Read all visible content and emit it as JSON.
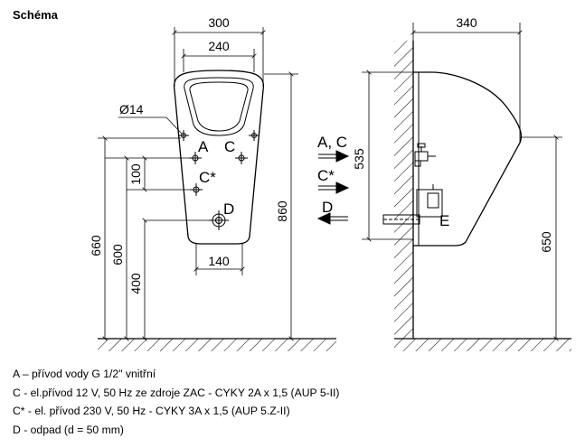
{
  "title": "Schéma",
  "front_view": {
    "dim_top_width": "300",
    "dim_inner_width": "240",
    "dim_hole": "Ø14",
    "dim_bottom_width": "140",
    "dim_total_height": "860",
    "dim_height_660": "660",
    "dim_height_600": "600",
    "dim_height_400": "400",
    "dim_spacing_100": "100",
    "label_a": "A",
    "label_c": "C",
    "label_c_star": "C*",
    "label_d": "D"
  },
  "arrows": {
    "ac": "A, C",
    "c_star": "C*",
    "d": "D"
  },
  "side_view": {
    "dim_depth": "340",
    "dim_height_535": "535",
    "dim_height_650": "650",
    "label_e": "E"
  },
  "legend": [
    "A – přívod vody G 1/2\" vnitřní",
    "C - el.přívod 12 V, 50 Hz ze zdroje ZAC - CYKY 2A x 1,5 (AUP 5-II)",
    "C* - el. přívod 230 V, 50 Hz - CYKY 3A x 1,5 (AUP 5.Z-II)",
    "D - odpad (d = 50 mm)"
  ]
}
